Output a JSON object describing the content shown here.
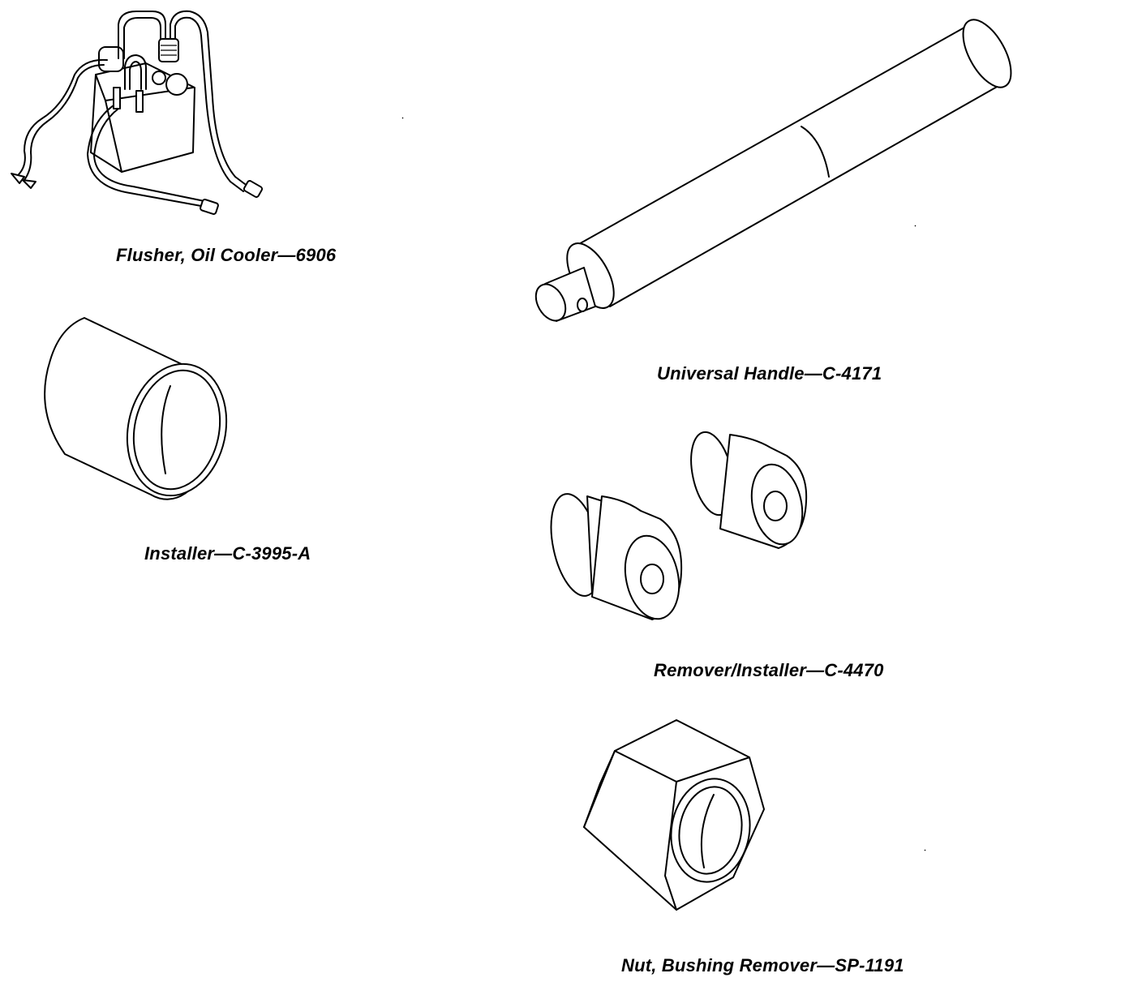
{
  "tools": [
    {
      "caption": "Flusher, Oil Cooler—6906"
    },
    {
      "caption": "Universal Handle—C-4171"
    },
    {
      "caption": "Installer—C-3995-A"
    },
    {
      "caption": "Remover/Installer—C-4470"
    },
    {
      "caption": "Nut, Bushing Remover—SP-1191"
    }
  ]
}
